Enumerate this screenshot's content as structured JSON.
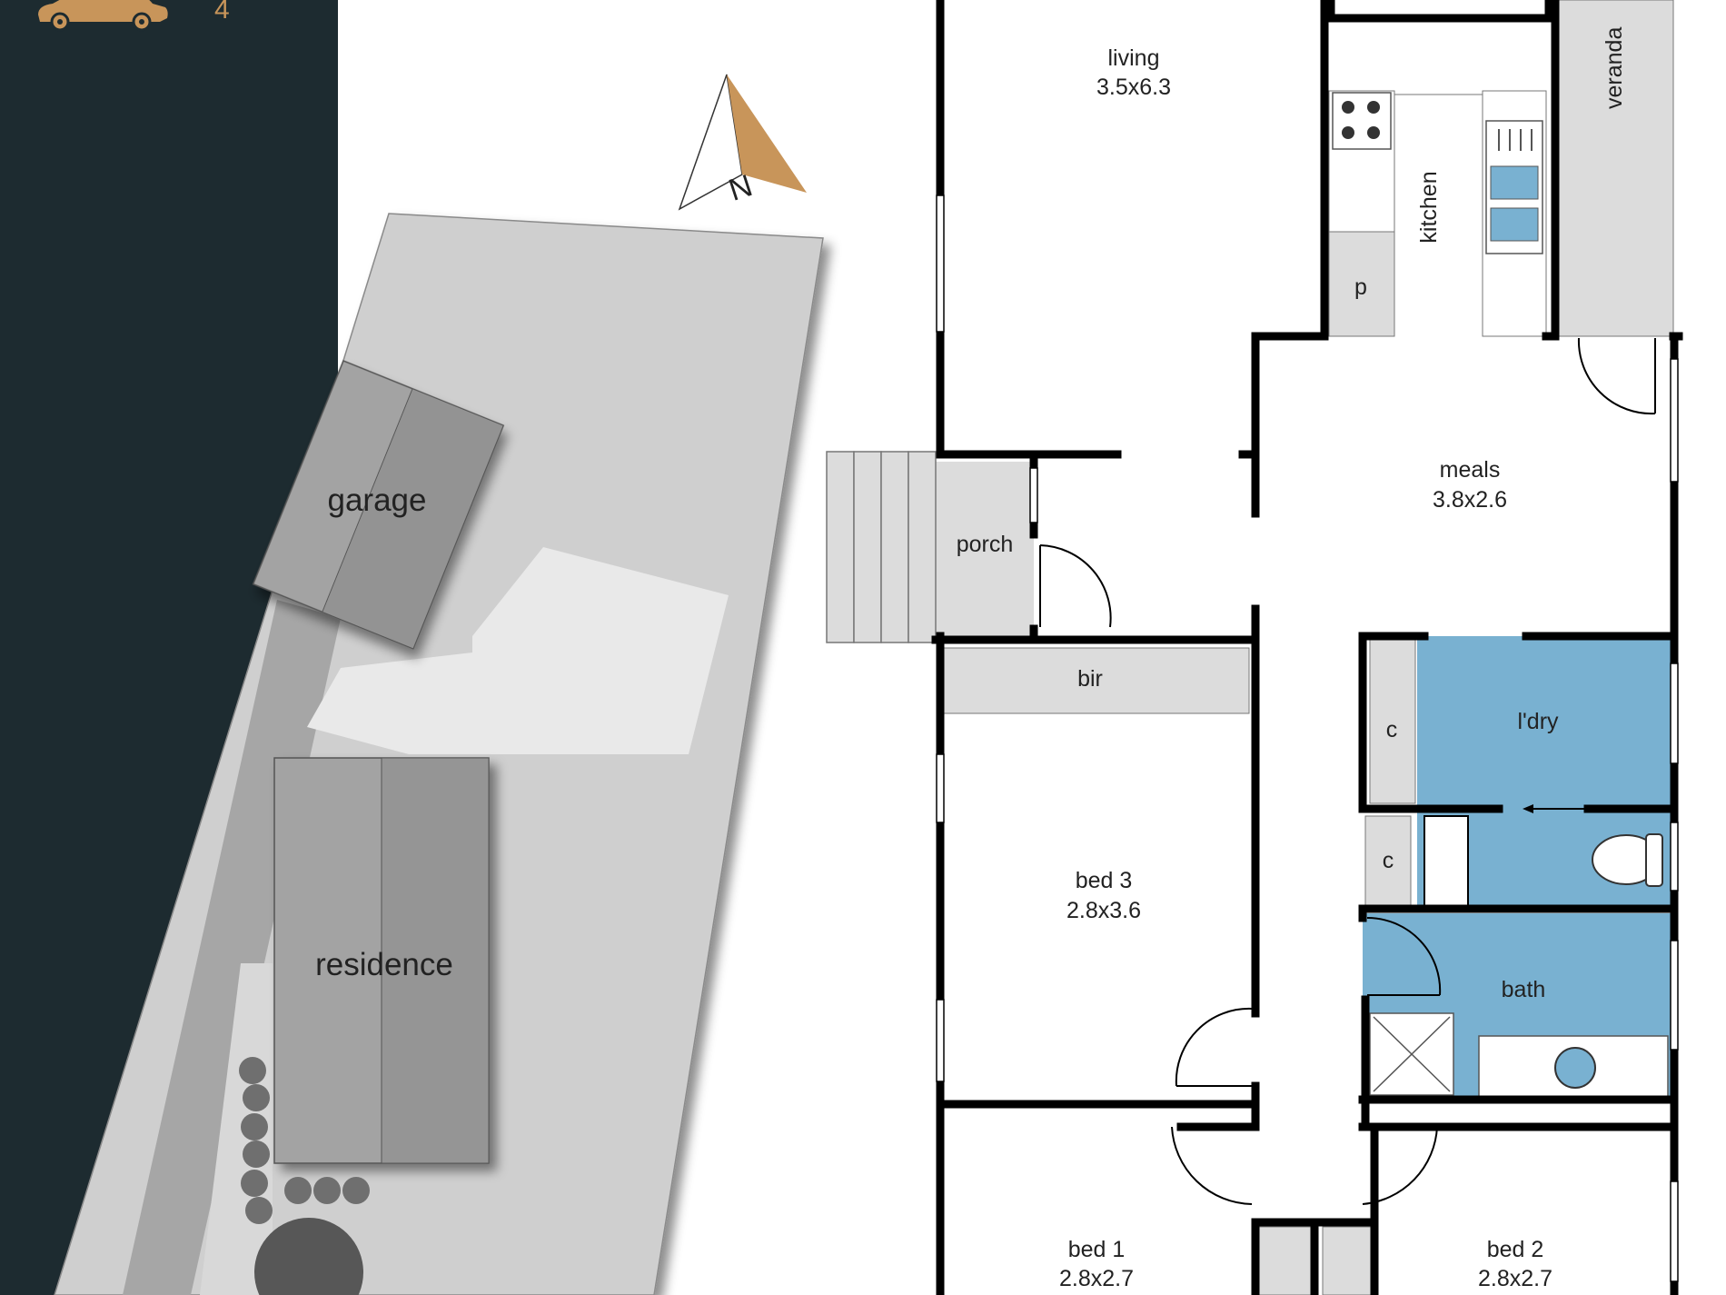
{
  "sidebar": {
    "car_count": "4",
    "icon": "car-icon",
    "background_color": "#1d2b30",
    "accent_color": "#c8955a"
  },
  "compass": {
    "label": "N",
    "icon": "north-arrow-icon"
  },
  "site": {
    "garage_label": "garage",
    "residence_label": "residence"
  },
  "rooms": {
    "living": {
      "name": "living",
      "size": "3.5x6.3"
    },
    "kitchen": {
      "name": "kitchen"
    },
    "pantry": {
      "name": "p"
    },
    "veranda": {
      "name": "veranda"
    },
    "porch": {
      "name": "porch"
    },
    "meals": {
      "name": "meals",
      "size": "3.8x2.6"
    },
    "bir": {
      "name": "bir"
    },
    "laundry": {
      "name": "l'dry"
    },
    "cupboard_1": {
      "name": "c"
    },
    "cupboard_2": {
      "name": "c"
    },
    "bed3": {
      "name": "bed 3",
      "size": "2.8x3.6"
    },
    "bath": {
      "name": "bath"
    },
    "bed1": {
      "name": "bed 1",
      "size": "2.8x2.7"
    },
    "bed2": {
      "name": "bed 2",
      "size": "2.8x2.7"
    }
  },
  "colors": {
    "wet_area": "#79b1d1",
    "wall": "#000000",
    "fixture_grey": "#dcdcdc"
  }
}
